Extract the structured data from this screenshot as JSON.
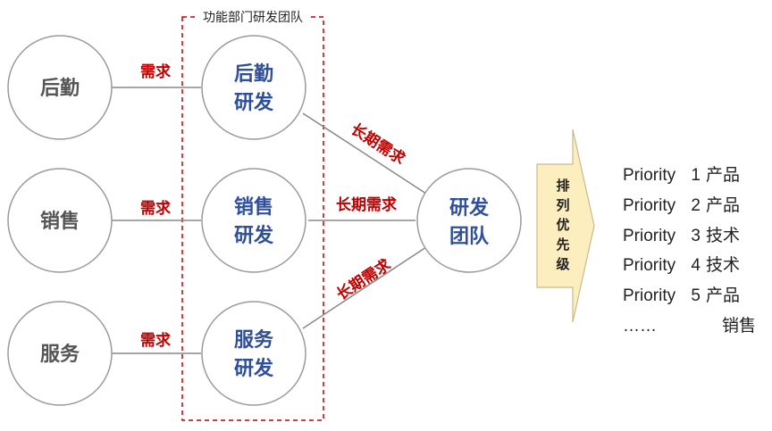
{
  "team_frame_label": "功能部门研发团队",
  "departments": [
    {
      "id": "logistics",
      "label": "后勤",
      "rd_line1": "后勤",
      "rd_line2": "研发"
    },
    {
      "id": "sales",
      "label": "销售",
      "rd_line1": "销售",
      "rd_line2": "研发"
    },
    {
      "id": "service",
      "label": "服务",
      "rd_line1": "服务",
      "rd_line2": "研发"
    }
  ],
  "demand_label": "需求",
  "long_term_label": "长期需求",
  "rd_team": {
    "line1": "研发",
    "line2": "团队"
  },
  "arrow_text": [
    "排",
    "列",
    "优",
    "先",
    "级"
  ],
  "priority_list": [
    {
      "word": "Priority",
      "num": "1",
      "cat": "产品"
    },
    {
      "word": "Priority",
      "num": "2",
      "cat": "产品"
    },
    {
      "word": "Priority",
      "num": "3",
      "cat": "技术"
    },
    {
      "word": "Priority",
      "num": "4",
      "cat": "技术"
    },
    {
      "word": "Priority",
      "num": "5",
      "cat": "产品"
    }
  ],
  "priority_tail": {
    "dots": "……",
    "cat": "销售"
  },
  "colors": {
    "circle_stroke": "#9a9a9a",
    "dept_text": "#555555",
    "rd_text": "#2f4f9a",
    "red": "#c00000",
    "arrow_fill": "#fdeec0",
    "arrow_stroke": "#c9b98e"
  }
}
